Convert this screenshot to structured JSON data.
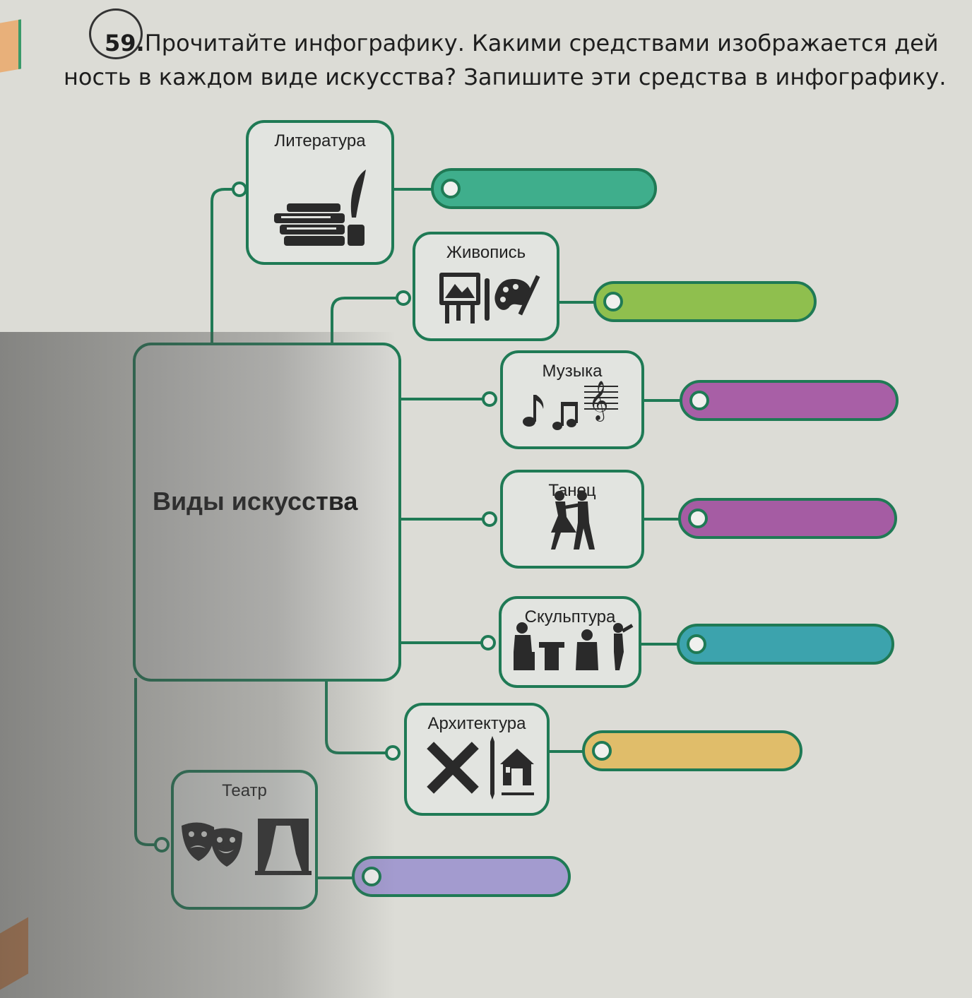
{
  "task": {
    "number": "59.",
    "line1": "Прочитайте инфографику. Какими средствами изображается дей",
    "line2": "ность в каждом виде искусства? Запишите эти средства в инфографику."
  },
  "center": {
    "label": "Виды искусства"
  },
  "arts": [
    {
      "label": "Литература",
      "icon": "books-quill-icon",
      "answer_color": "#3fae8c"
    },
    {
      "label": "Живопись",
      "icon": "easel-palette-icon",
      "answer_color": "#8fbf4e"
    },
    {
      "label": "Музыка",
      "icon": "music-notes-icon",
      "answer_color": "#a85fa6"
    },
    {
      "label": "Танец",
      "icon": "dancers-icon",
      "answer_color": "#a55ca3"
    },
    {
      "label": "Скульптура",
      "icon": "sculptor-statues-icon",
      "answer_color": "#3ca3ad"
    },
    {
      "label": "Архитектура",
      "icon": "ruler-house-icon",
      "answer_color": "#e0bd6a"
    },
    {
      "label": "Театр",
      "icon": "masks-stage-icon",
      "answer_color": "#a39bcf"
    }
  ],
  "colors": {
    "line": "#1f7a55",
    "text": "#222222"
  }
}
